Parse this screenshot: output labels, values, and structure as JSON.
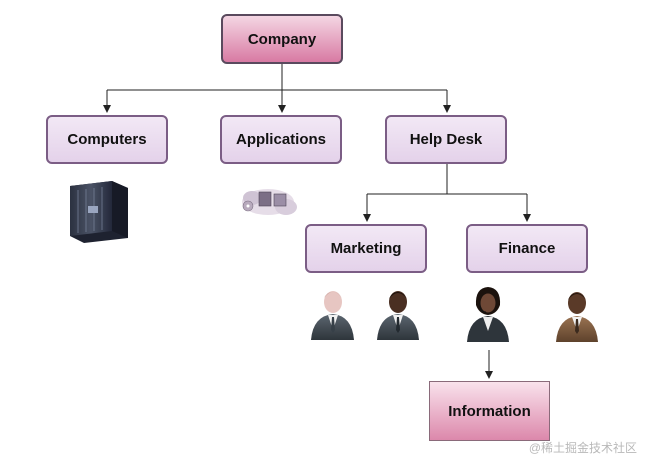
{
  "nodes": {
    "company": "Company",
    "computers": "Computers",
    "applications": "Applications",
    "help_desk": "Help Desk",
    "marketing": "Marketing",
    "finance": "Finance",
    "information": "Information"
  },
  "icons": {
    "computers": "server-rack-icon",
    "applications": "software-cd-icon",
    "people": [
      "person-icon",
      "person-icon",
      "person-icon",
      "person-icon"
    ]
  },
  "watermark": "@稀土掘金技术社区",
  "colors": {
    "node_fill": "#ead9ef",
    "node_border": "#7b5d85",
    "root_fill": "#e08fb2",
    "line": "#222222"
  }
}
